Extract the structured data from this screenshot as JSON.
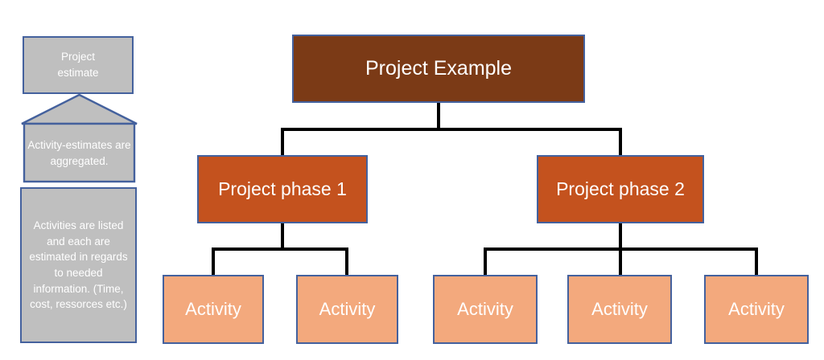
{
  "diagram": {
    "annotations": {
      "estimate": "Project estimate",
      "aggregation": "Activity-estimates are aggregated.",
      "activities": "Activities are listed and each are estimated in regards to needed information. (Time, cost, ressorces etc.)"
    },
    "tree": {
      "root": {
        "label": "Project Example"
      },
      "phases": [
        {
          "label": "Project phase 1",
          "activities": [
            {
              "label": "Activity"
            },
            {
              "label": "Activity"
            }
          ]
        },
        {
          "label": "Project phase 2",
          "activities": [
            {
              "label": "Activity"
            },
            {
              "label": "Activity"
            },
            {
              "label": "Activity"
            }
          ]
        }
      ]
    },
    "colors": {
      "root_fill": "#7B3A16",
      "phase_fill": "#C4521E",
      "activity_fill": "#F3A97D",
      "annotation_fill": "#BFBFBF",
      "shape_border": "#44619D",
      "connector": "#000000",
      "label_text": "#FFFFFF"
    }
  }
}
